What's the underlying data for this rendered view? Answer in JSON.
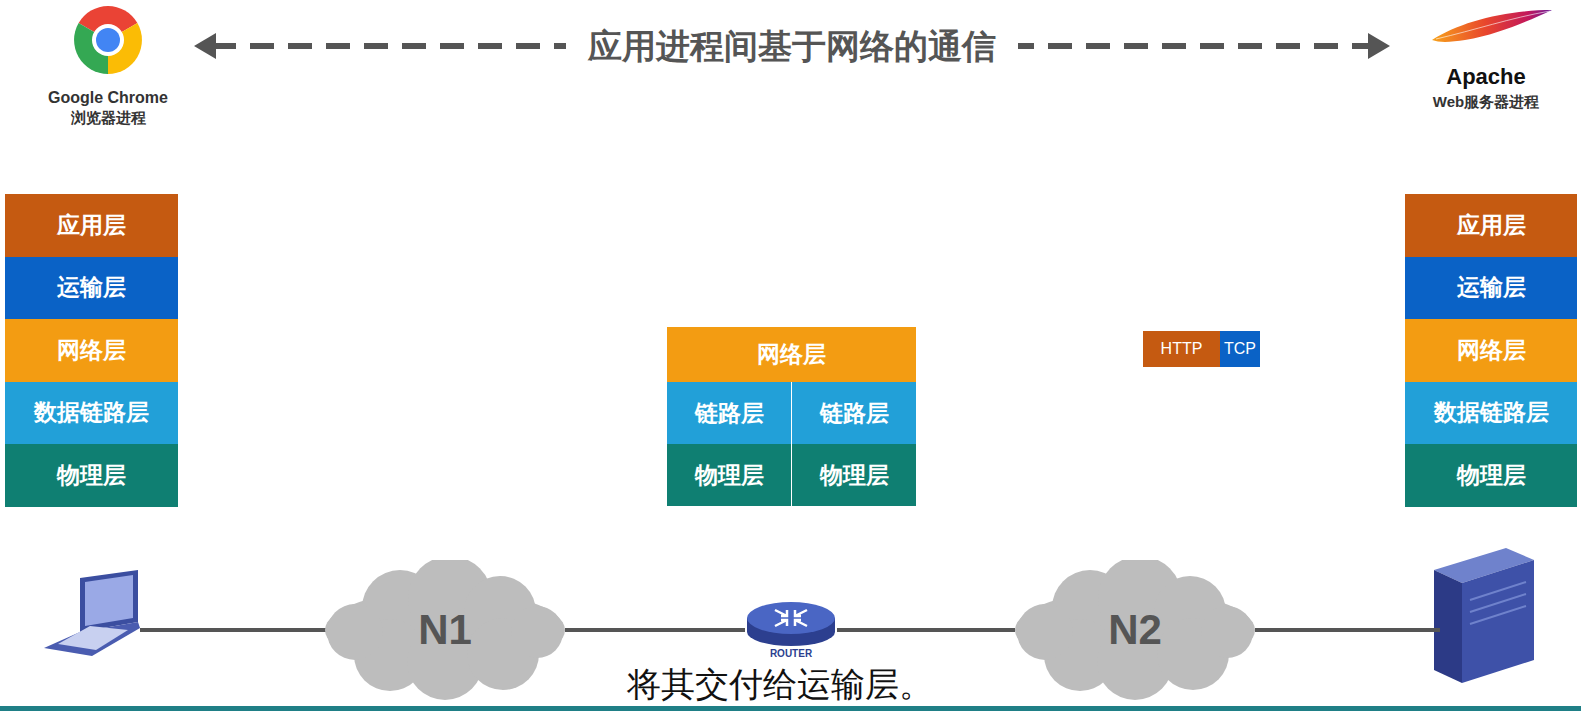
{
  "diagram": {
    "nodes": [
      {
        "text": [
          "Google Chrome",
          "浏览器进程"
        ]
      },
      {
        "text": [
          "Apache",
          "Web服务器进程"
        ]
      },
      {
        "text": [
          "应用层"
        ]
      },
      {
        "text": [
          "运输层"
        ]
      },
      {
        "text": [
          "网络层"
        ]
      },
      {
        "text": [
          "数据链路层"
        ]
      },
      {
        "text": [
          "物理层"
        ]
      },
      {
        "text": [
          "网络层"
        ]
      },
      {
        "text": [
          "链路层"
        ]
      },
      {
        "text": [
          "链路层"
        ]
      },
      {
        "text": [
          "物理层"
        ]
      },
      {
        "text": [
          "物理层"
        ]
      },
      {
        "text": [
          "应用层"
        ]
      },
      {
        "text": [
          "运输层"
        ]
      },
      {
        "text": [
          "网络层"
        ]
      },
      {
        "text": [
          "数据链路层"
        ]
      },
      {
        "text": [
          "物理层"
        ]
      },
      {
        "text": [
          "HTTP"
        ]
      },
      {
        "text": [
          "TCP"
        ]
      },
      {
        "text": [
          "N1"
        ]
      },
      {
        "text": [
          "ROUTER"
        ]
      },
      {
        "text": [
          "N2"
        ]
      }
    ],
    "edges": [
      {
        "from": 0,
        "to": 1,
        "arrow": "both",
        "label": "应用进程间基于网络的通信"
      },
      {
        "from": 19,
        "to": 20,
        "arrow": "none"
      },
      {
        "from": 20,
        "to": 21,
        "arrow": "none"
      }
    ],
    "labels": [
      "将其交付给运输层。"
    ]
  }
}
